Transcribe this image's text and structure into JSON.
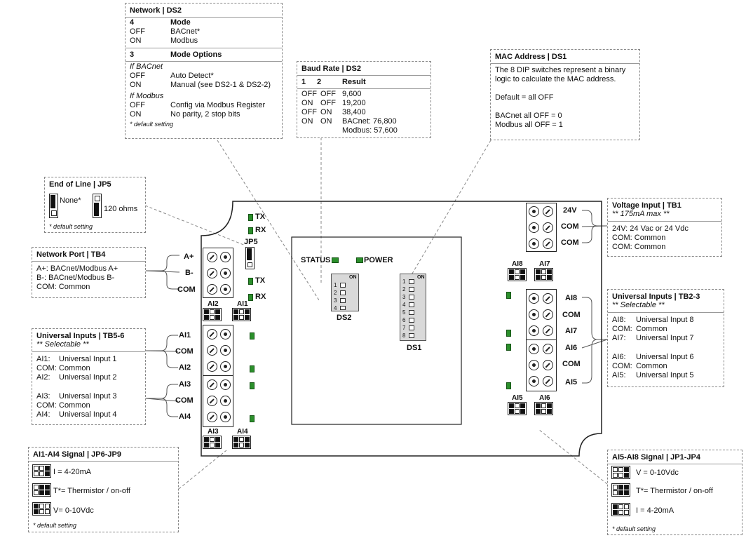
{
  "network": {
    "title": "Network | DS2",
    "h1a": "4",
    "h1b": "Mode",
    "r1": [
      "OFF",
      "BACnet*"
    ],
    "r2": [
      "ON",
      "Modbus"
    ],
    "h2a": "3",
    "h2b": "Mode Options",
    "sub1": "If BACnet",
    "r3": [
      "OFF",
      "Auto Detect*"
    ],
    "r4": [
      "ON",
      "Manual (see DS2-1 & DS2-2)"
    ],
    "sub2": "If Modbus",
    "r5": [
      "OFF",
      "Config via Modbus Register"
    ],
    "r6": [
      "ON",
      "No parity, 2 stop bits"
    ],
    "note": "* default setting"
  },
  "baud": {
    "title": "Baud Rate | DS2",
    "h": [
      "1",
      "2",
      "Result"
    ],
    "rows": [
      [
        "OFF",
        "OFF",
        "9,600"
      ],
      [
        "ON",
        "OFF",
        "19,200"
      ],
      [
        "OFF",
        "ON",
        "38,400"
      ],
      [
        "ON",
        "ON",
        "BACnet: 76,800"
      ],
      [
        "",
        "",
        "Modbus: 57,600"
      ]
    ]
  },
  "mac": {
    "title": "MAC Address | DS1",
    "l1": "The 8 DIP switches represent a binary",
    "l2": "logic to calculate the MAC address.",
    "l3": "Default = all OFF",
    "l4": "BACnet all OFF = 0",
    "l5": "Modbus all OFF = 1"
  },
  "eol": {
    "title": "End of Line | JP5",
    "none": "None*",
    "ohms": "120 ohms",
    "note": "* default setting"
  },
  "netport": {
    "title": "Network Port | TB4",
    "l1": "A+: BACnet/Modbus A+",
    "l2": "B-:  BACnet/Modbus B-",
    "l3": "COM: Common"
  },
  "ui56": {
    "title": "Universal Inputs | TB5-6",
    "sub": "** Selectable **",
    "rows": [
      [
        "AI1:",
        "Universal Input 1"
      ],
      [
        "COM:",
        "Common"
      ],
      [
        "AI2:",
        "Universal Input 2"
      ],
      [
        "AI3:",
        "Universal Input 3"
      ],
      [
        "COM:",
        "Common"
      ],
      [
        "AI4:",
        "Universal Input 4"
      ]
    ]
  },
  "sig14": {
    "title": "AI1-AI4 Signal | JP6-JP9",
    "l1": "I = 4-20mA",
    "l2": "T*= Thermistor / on-off",
    "l3": "V= 0-10Vdc",
    "note": "* default setting"
  },
  "volt": {
    "title": "Voltage Input | TB1",
    "sub": "** 175mA max **",
    "l1": "24V:   24 Vac or 24 Vdc",
    "l2": "COM: Common",
    "l3": "COM: Common"
  },
  "ui23": {
    "title": "Universal Inputs | TB2-3",
    "sub": "** Selectable **",
    "rows": [
      [
        "AI8:",
        "Universal Input 8"
      ],
      [
        "COM:",
        "Common"
      ],
      [
        "AI7:",
        "Universal Input 7"
      ],
      [
        "AI6:",
        "Universal Input 6"
      ],
      [
        "COM:",
        "Common"
      ],
      [
        "AI5:",
        "Universal Input 5"
      ]
    ]
  },
  "sig58": {
    "title": "AI5-AI8 Signal | JP1-JP4",
    "l1": "V  = 0-10Vdc",
    "l2": "T*= Thermistor / on-off",
    "l3": "I  = 4-20mA",
    "note": "* default setting"
  },
  "board": {
    "tx": "TX",
    "rx": "RX",
    "jp5": "JP5",
    "tx2": "TX",
    "rx2": "RX",
    "status": "STATUS",
    "power": "POWER",
    "on": "ON",
    "ds2": "DS2",
    "ds1": "DS1",
    "tb4": [
      "A+",
      "B-",
      "COM"
    ],
    "tb56": [
      "AI1",
      "COM",
      "AI2",
      "AI3",
      "COM",
      "AI4"
    ],
    "tb1": [
      "24V",
      "COM",
      "COM"
    ],
    "tb23": [
      "AI8",
      "COM",
      "AI7",
      "AI6",
      "COM",
      "AI5"
    ],
    "ai2": "AI2",
    "ai1": "AI1",
    "ai3": "AI3",
    "ai4": "AI4",
    "ai8": "AI8",
    "ai7": "AI7",
    "ai5": "AI5",
    "ai6": "AI6",
    "dipnums": [
      "1",
      "2",
      "3",
      "4",
      "5",
      "6",
      "7",
      "8"
    ]
  }
}
